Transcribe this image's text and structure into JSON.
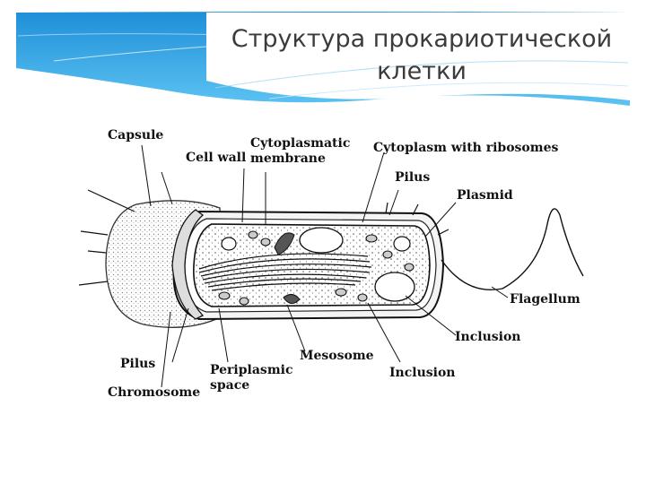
{
  "slide": {
    "title_line1": "Структура прокариотической",
    "title_line2": "клетки",
    "accent_color": "#1e9be6"
  },
  "diagram": {
    "labels": {
      "capsule": "Capsule",
      "cell_wall": "Cell wall",
      "cytoplasmic_membrane_line1": "Cytoplasmatic",
      "cytoplasmic_membrane_line2": "membrane",
      "cytoplasm": "Cytoplasm with ribosomes",
      "pilus_top": "Pilus",
      "plasmid": "Plasmid",
      "flagellum": "Flagellum",
      "inclusion_right": "Inclusion",
      "inclusion_bottom": "Inclusion",
      "mesosome": "Mesosome",
      "periplasmic_line1": "Periplasmic",
      "periplasmic_line2": "space",
      "pilus_bottom": "Pilus",
      "chromosome": "Chromosome"
    }
  }
}
